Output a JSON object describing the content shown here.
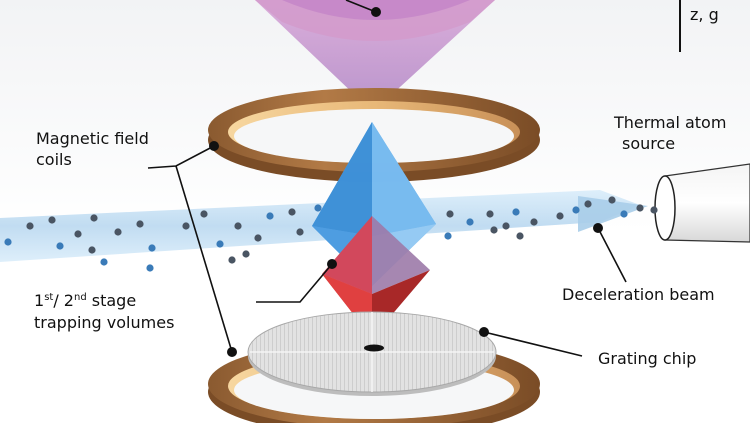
{
  "labels": {
    "axis": "z, g",
    "magnetic_coils": [
      "Magnetic field",
      "coils"
    ],
    "atom_source": [
      "Thermal atom",
      "source"
    ],
    "trapping": {
      "stage1": "1",
      "sup1": "st",
      "sep": "/ 2",
      "sup2": "nd",
      "stage_word": " stage",
      "line2": "trapping volumes"
    },
    "deceleration_beam": "Deceleration beam",
    "grating_chip": "Grating chip"
  },
  "colors": {
    "beam": "#b8d8f0",
    "blue_volume": "#4a9ee0",
    "red_volume": "#d83838",
    "coil": "#a06a3a",
    "coil_light": "#f0c890",
    "cone": "#c8a0d8",
    "atom": "#4a5a6a"
  }
}
